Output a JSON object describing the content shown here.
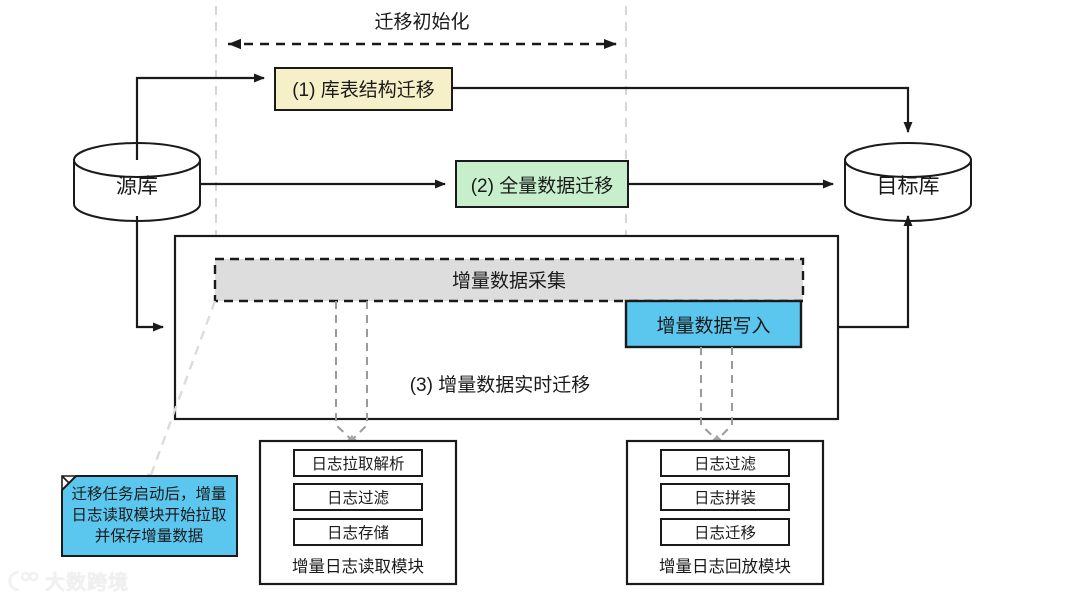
{
  "diagram": {
    "title_label": "迁移初始化",
    "nodes": {
      "source_db": "源库",
      "target_db": "目标库",
      "step1": "(1) 库表结构迁移",
      "step2": "(2) 全量数据迁移",
      "step3": "(3) 增量数据实时迁移",
      "capture": "增量数据采集",
      "writer": "增量数据写入"
    },
    "note": {
      "lines": [
        "迁移任务启动后，增量",
        "日志读取模块开始拉取",
        "并保存增量数据"
      ]
    },
    "module_left": {
      "caption": "增量日志读取模块",
      "items": [
        "日志拉取解析",
        "日志过滤",
        "日志存储"
      ]
    },
    "module_right": {
      "caption": "增量日志回放模块",
      "items": [
        "日志过滤",
        "日志拼装",
        "日志迁移"
      ]
    },
    "colors": {
      "step1_fill": "#F5F0C8",
      "step2_fill": "#C7EFCC",
      "capture_fill": "#DDDDDD",
      "writer_fill": "#5BC6EE",
      "note_fill": "#5BC6EE",
      "stroke": "#1a1a1a",
      "guide": "#d4d4d4"
    },
    "watermark": {
      "text": "大数跨境",
      "icon": "brand-logo-icon"
    }
  }
}
